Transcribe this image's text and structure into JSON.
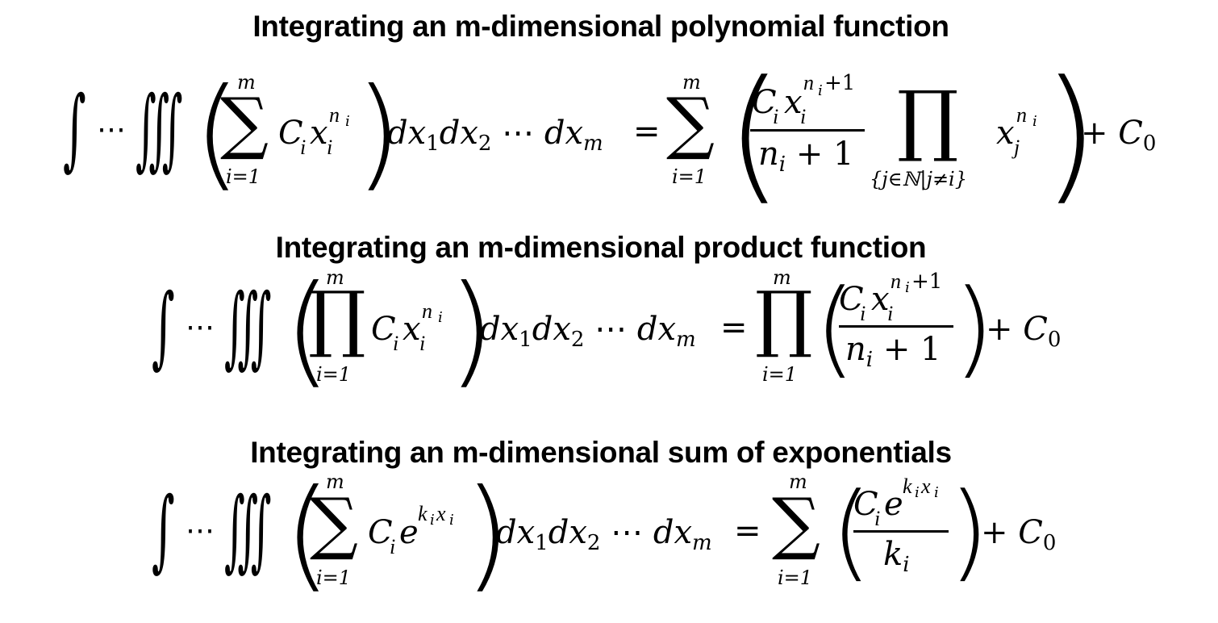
{
  "sections": [
    {
      "title": "Integrating an m-dimensional polynomial function",
      "lhs": {
        "integrals": "∫ ⋯ ∭",
        "operator": "∑",
        "upper": "m",
        "lower": "i=1",
        "integrand": "C_i x_i^{n_i}",
        "differentials": "dx_1 dx_2 ⋯ dx_m"
      },
      "rhs": {
        "equals": "=",
        "operator": "∑",
        "upper": "m",
        "lower": "i=1",
        "numerator": "C_i x_i^{n_i+1}",
        "denominator": "n_i + 1",
        "inner_operator": "∏",
        "inner_lower": "{j∈ℕ|j≠i}",
        "inner_term": "x_j^{n_i}",
        "constant": "+ C_0"
      }
    },
    {
      "title": "Integrating an m-dimensional product function",
      "lhs": {
        "integrals": "∫ ⋯ ∭",
        "operator": "∏",
        "upper": "m",
        "lower": "i=1",
        "integrand": "C_i x_i^{n_i}",
        "differentials": "dx_1 dx_2 ⋯ dx_m"
      },
      "rhs": {
        "equals": "=",
        "operator": "∏",
        "upper": "m",
        "lower": "i=1",
        "numerator": "C_i x_i^{n_i+1}",
        "denominator": "n_i + 1",
        "constant": "+ C_0"
      }
    },
    {
      "title": "Integrating an m-dimensional sum of exponentials",
      "lhs": {
        "integrals": "∫ ⋯ ∭",
        "operator": "∑",
        "upper": "m",
        "lower": "i=1",
        "integrand": "C_i e^{k_i x_i}",
        "differentials": "dx_1 dx_2 ⋯ dx_m"
      },
      "rhs": {
        "equals": "=",
        "operator": "∑",
        "upper": "m",
        "lower": "i=1",
        "numerator": "C_i e^{k_i x_i}",
        "denominator": "k_i",
        "constant": "+ C_0"
      }
    }
  ],
  "glyphs": {
    "int": "∫",
    "dots": "⋯",
    "triple_int": "∭",
    "sum": "∑",
    "prod": "∏",
    "lparen": "(",
    "rparen": ")",
    "C": "C",
    "x": "x",
    "e": "e",
    "d": "d",
    "i": "i",
    "j": "j",
    "n": "n",
    "k": "k",
    "m": "m",
    "one": "1",
    "two": "2",
    "zero": "0",
    "plus": "+",
    "plus_one": "+1",
    "n_i_plus_1": "n",
    "set": "{j∈ℕ|j≠i}",
    "eq": "="
  }
}
